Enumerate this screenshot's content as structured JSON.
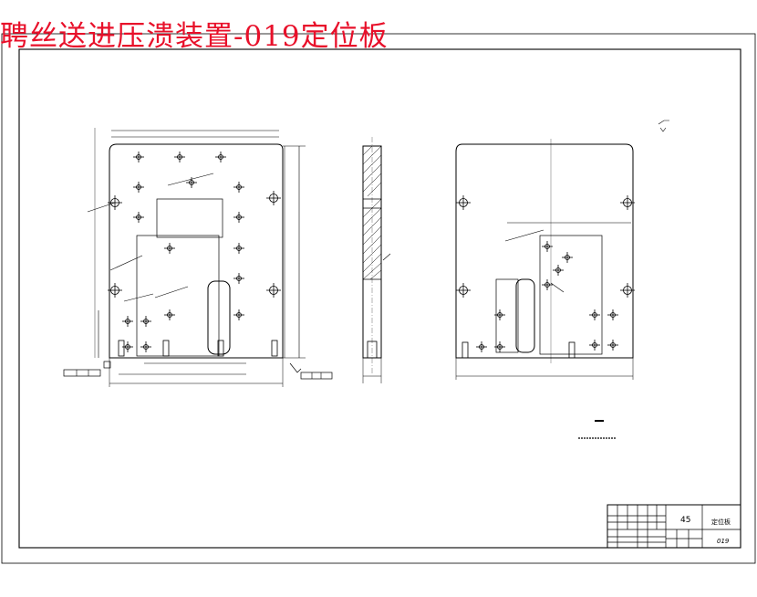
{
  "document": {
    "title": "聘丝送进压溃装置-019定位板"
  },
  "colors": {
    "title": "#e8102a",
    "line": "#000000",
    "background": "#ffffff"
  },
  "title_block": {
    "material": "45",
    "part_name": "定位板",
    "part_number": "019"
  }
}
